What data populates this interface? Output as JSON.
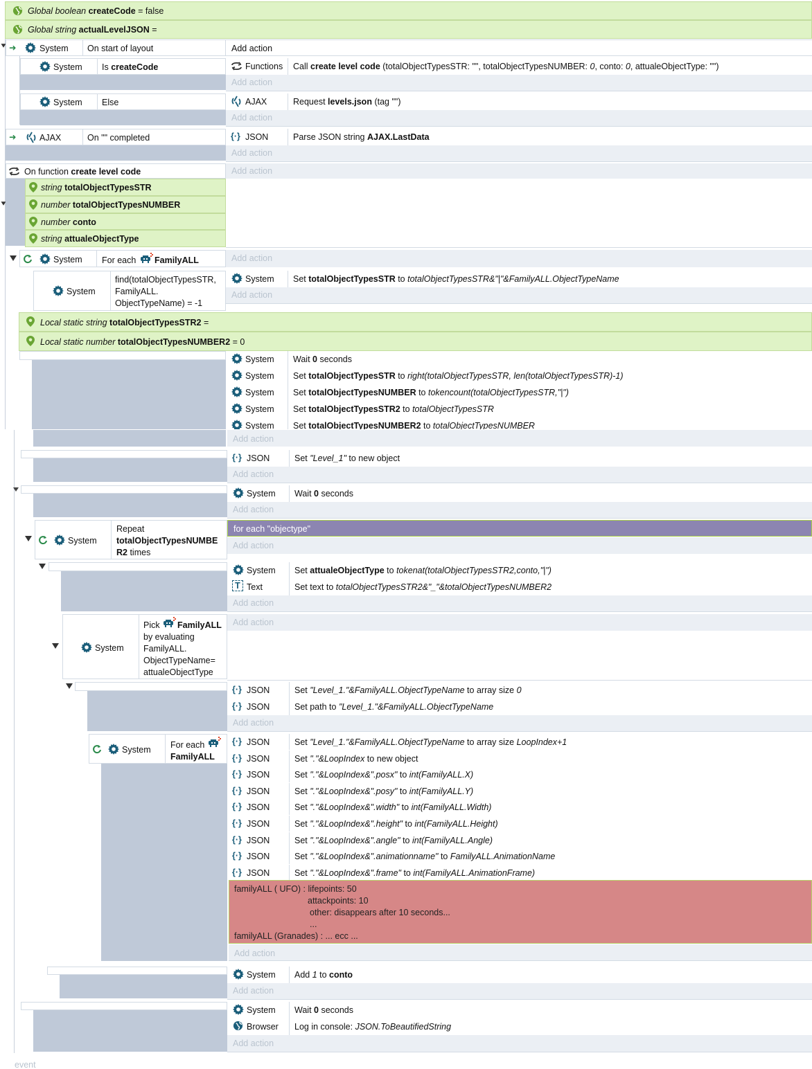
{
  "labels": {
    "add_action": "Add action",
    "system": "System",
    "ajax": "AJAX",
    "json": "JSON",
    "functions": "Functions",
    "text": "Text",
    "browser": "Browser",
    "event": "event"
  },
  "globals": [
    {
      "pre": "Global boolean ",
      "name": "createCode",
      "post": " = false"
    },
    {
      "pre": "Global string ",
      "name": "actualLevelJSON",
      "post": " ="
    }
  ],
  "e1": {
    "cond": "On start of layout"
  },
  "e2": {
    "cond_pre": "Is ",
    "cond_b": "createCode",
    "act_pre": "Call ",
    "act_b": "create level code",
    "act_post": " (totalObjectTypesSTR: \"\", totalObjectTypesNUMBER: ",
    "p1": "0",
    "mid": ", conto: ",
    "p2": "0",
    "mid2": ", attualeObjectType: \"\")"
  },
  "e3": {
    "cond": "Else",
    "act_pre": "Request ",
    "act_b": "levels.json",
    "act_post": " (tag \"\")"
  },
  "e4": {
    "cond": "On \"\" completed",
    "act_pre": "Parse JSON string ",
    "act_b": "AJAX.LastData"
  },
  "func": {
    "pre": "On function ",
    "name": "create level code"
  },
  "params": [
    {
      "type": "string",
      "name": "totalObjectTypesSTR"
    },
    {
      "type": "number",
      "name": "totalObjectTypesNUMBER"
    },
    {
      "type": "number",
      "name": "conto"
    },
    {
      "type": "string",
      "name": "attualeObjectType"
    }
  ],
  "fe1": {
    "pre": "For each ",
    "name": "FamilyALL"
  },
  "find": {
    "l1": "find(totalObjectTypesSTR,",
    "l2": "FamilyALL.",
    "l3": "ObjectTypeName) = -1",
    "act_pre": "Set ",
    "act_b": "totalObjectTypesSTR",
    "act_to": " to ",
    "act_i": "totalObjectTypesSTR&\"|\"&FamilyALL.ObjectTypeName"
  },
  "locals": [
    {
      "pre": "Local static string ",
      "name": "totalObjectTypesSTR2",
      "post": " ="
    },
    {
      "pre": "Local static number ",
      "name": "totalObjectTypesNUMBER2",
      "post": " = 0"
    }
  ],
  "blk1": [
    {
      "pre": "Wait ",
      "b": "0",
      "post": " seconds"
    },
    {
      "pre": "Set ",
      "b": "totalObjectTypesSTR",
      "post": " to ",
      "i": "right(totalObjectTypesSTR, len(totalObjectTypesSTR)-1)"
    },
    {
      "pre": "Set ",
      "b": "totalObjectTypesNUMBER",
      "post": " to ",
      "i": "tokencount(totalObjectTypesSTR,\"|\")"
    },
    {
      "pre": "Set ",
      "b": "totalObjectTypesSTR2",
      "post": " to ",
      "i": "totalObjectTypesSTR"
    },
    {
      "pre": "Set ",
      "b": "totalObjectTypesNUMBER2",
      "post": " to ",
      "i": "totalObjectTypesNUMBER"
    }
  ],
  "level1": {
    "pre": "Set ",
    "i": "\"Level_1\"",
    "post": " to new object"
  },
  "wait2": {
    "pre": "Wait ",
    "b": "0",
    "post": " seconds"
  },
  "repeat": {
    "l1": "Repeat",
    "l2": "totalObjectTypesNUMBE",
    "l3": "R2",
    "l3post": " times",
    "comment": "for each \"objectype\""
  },
  "blk2": [
    {
      "pre": "Set ",
      "b": "attualeObjectType",
      "post": " to ",
      "i": "tokenat(totalObjectTypesSTR2,conto,\"|\")"
    },
    {
      "pre": "Set text to ",
      "i": "totalObjectTypesSTR2&\"_\"&totalObjectTypesNUMBER2"
    }
  ],
  "pick": {
    "l1": "Pick ",
    "l1b": "FamilyALL",
    "l2": "by evaluating",
    "l3": "FamilyALL.",
    "l4": "ObjectTypeName=",
    "l5": "attualeObjectType"
  },
  "blk3": [
    {
      "pre": "Set ",
      "i": "\"Level_1.\"&FamilyALL.ObjectTypeName",
      "post": " to array size ",
      "i2": "0"
    },
    {
      "pre": "Set path to ",
      "i": "\"Level_1.\"&FamilyALL.ObjectTypeName"
    }
  ],
  "fe2": {
    "l1": "For each",
    "l2": "FamilyALL"
  },
  "blk4": [
    {
      "pre": "Set ",
      "i": "\"Level_1.\"&FamilyALL.ObjectTypeName",
      "post": " to array size ",
      "i2": "LoopIndex+1"
    },
    {
      "pre": "Set ",
      "i": "\".\"&LoopIndex",
      "post": " to new object"
    },
    {
      "pre": "Set ",
      "i": "\".\"&LoopIndex&\".posx\"",
      "post": " to ",
      "i2": "int(FamilyALL.X)"
    },
    {
      "pre": "Set ",
      "i": "\".\"&LoopIndex&\".posy\"",
      "post": " to ",
      "i2": "int(FamilyALL.Y)"
    },
    {
      "pre": "Set ",
      "i": "\".\"&LoopIndex&\".width\"",
      "post": " to ",
      "i2": "int(FamilyALL.Width)"
    },
    {
      "pre": "Set ",
      "i": "\".\"&LoopIndex&\".height\"",
      "post": " to ",
      "i2": "int(FamilyALL.Height)"
    },
    {
      "pre": "Set ",
      "i": "\".\"&LoopIndex&\".angle\"",
      "post": " to ",
      "i2": "int(FamilyALL.Angle)"
    },
    {
      "pre": "Set ",
      "i": "\".\"&LoopIndex&\".animationname\"",
      "post": " to ",
      "i2": "FamilyALL.AnimationName"
    },
    {
      "pre": "Set ",
      "i": "\".\"&LoopIndex&\".frame\"",
      "post": " to ",
      "i2": "int(FamilyALL.AnimationFrame)"
    }
  ],
  "comment2": [
    "familyALL ( UFO) : lifepoints: 50",
    "attackpoints: 10",
    "other: disappears after 10 seconds...",
    "...",
    "familyALL (Granades) : ... ecc ..."
  ],
  "addconto": {
    "pre": "Add ",
    "i": "1",
    "mid": " to ",
    "b": "conto"
  },
  "wait3": {
    "pre": "Wait ",
    "b": "0",
    "post": " seconds"
  },
  "log": {
    "pre": "Log in console: ",
    "i": "JSON.ToBeautifiedString"
  },
  "colors": {
    "global_green": "#dff3c6",
    "comment_purple": "#8c85b1",
    "comment_red": "#d68787",
    "block_slate": "#bfc9d8",
    "add_action": "#bac4cf",
    "icon_teal": "#1b5e7a"
  }
}
